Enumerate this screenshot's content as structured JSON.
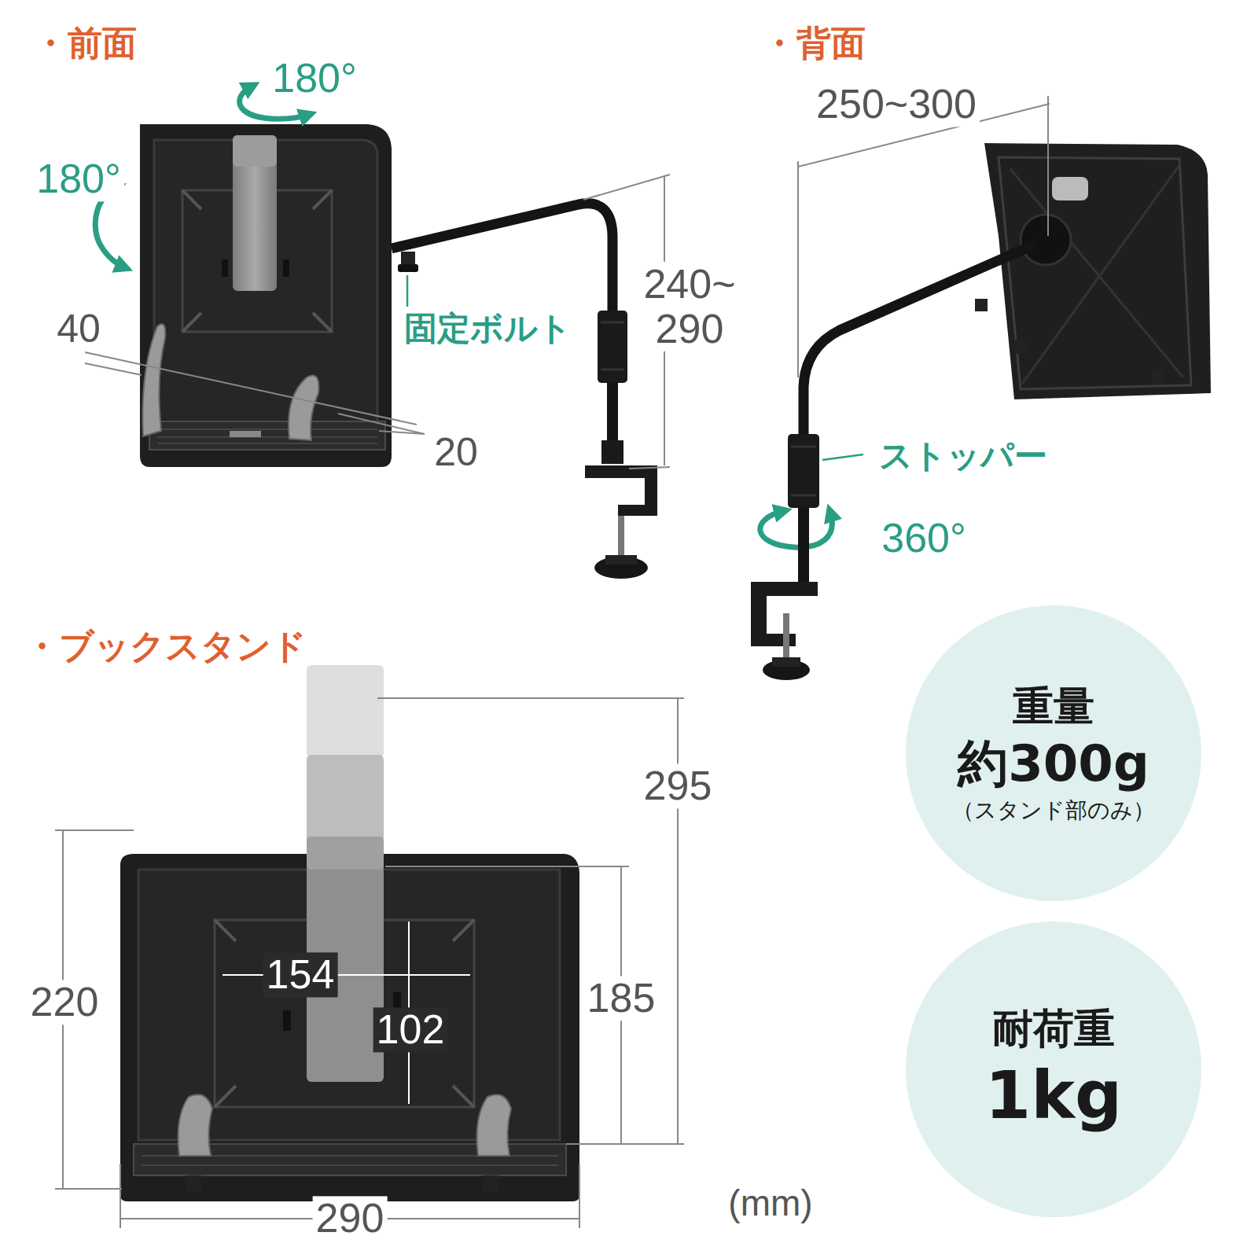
{
  "diagram": {
    "nodes": [
      {
        "text": [
          "重量",
          "約300g",
          "（スタンド部のみ）"
        ]
      },
      {
        "text": [
          "耐荷重",
          "1kg"
        ]
      }
    ],
    "labels": [
      "・前面",
      "180°",
      "180°",
      "40",
      "固定ボルト",
      "240~ 290",
      "20",
      "・背面",
      "250~300",
      "ストッパー",
      "360°",
      "・ブックスタンド",
      "295",
      "220",
      "154",
      "185",
      "102",
      "290",
      "(mm)"
    ]
  }
}
